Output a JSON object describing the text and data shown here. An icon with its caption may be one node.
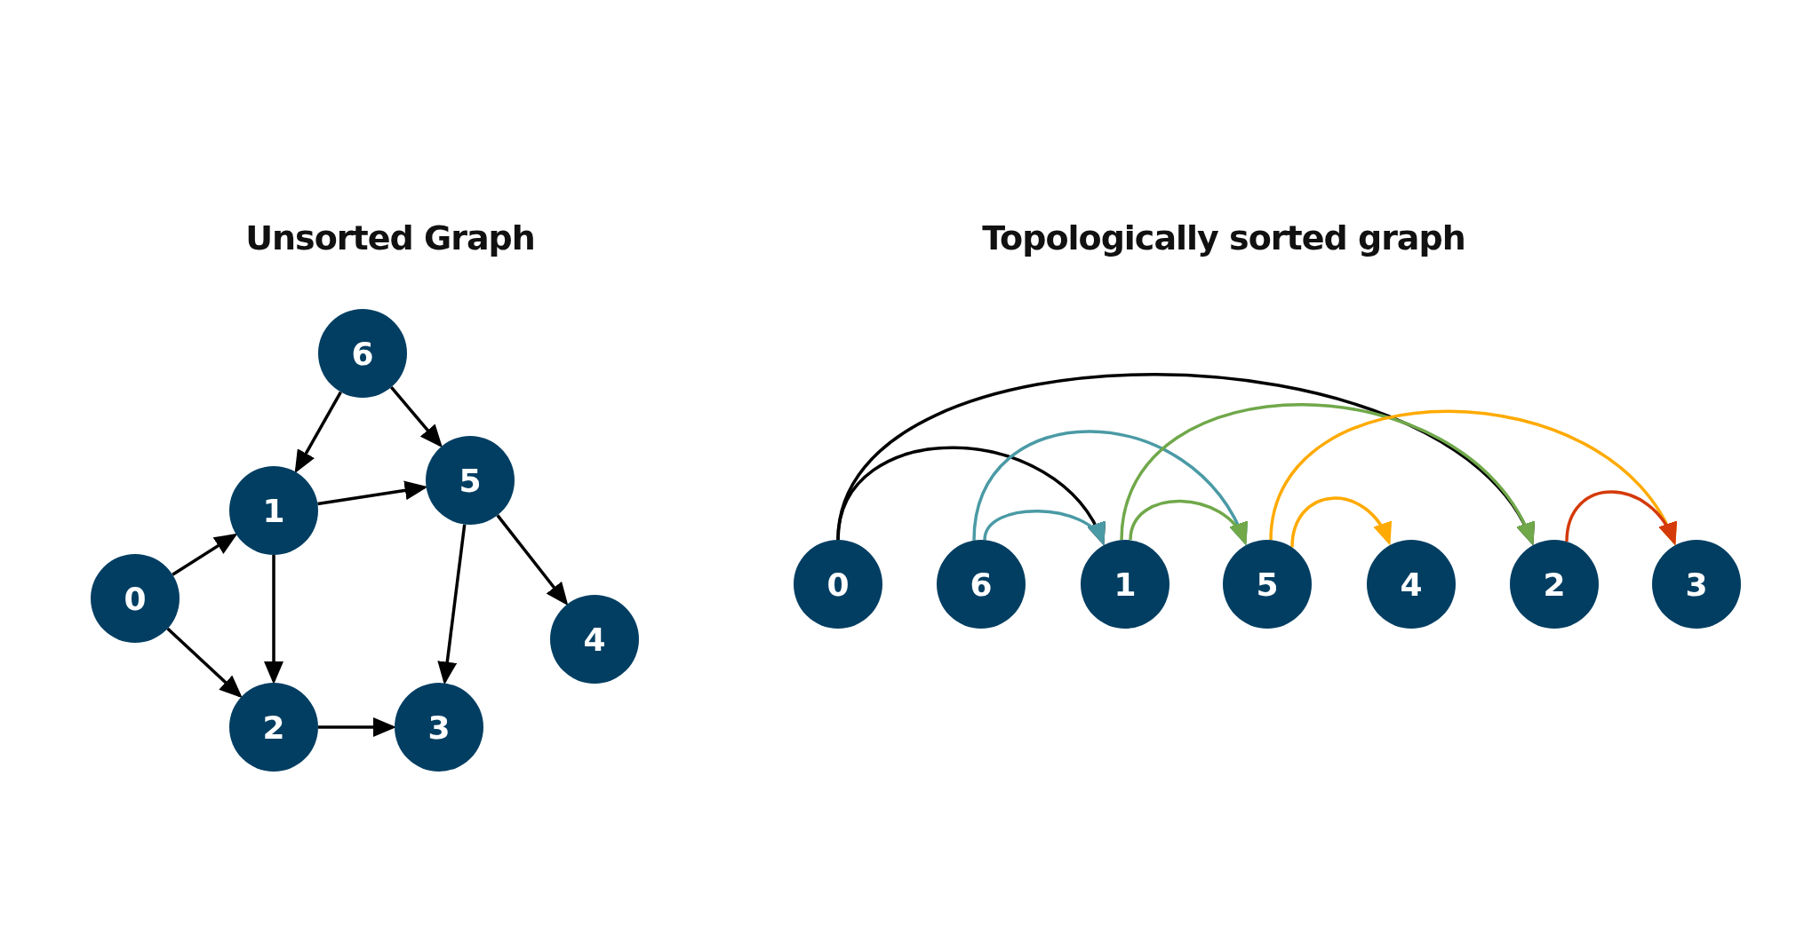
{
  "diagram": {
    "nodes": [
      {
        "text": [
          "6"
        ]
      },
      {
        "text": [
          "1"
        ]
      },
      {
        "text": [
          "5"
        ]
      },
      {
        "text": [
          "0"
        ]
      },
      {
        "text": [
          "4"
        ]
      },
      {
        "text": [
          "2"
        ]
      },
      {
        "text": [
          "3"
        ]
      },
      {
        "text": [
          "0"
        ]
      },
      {
        "text": [
          "6"
        ]
      },
      {
        "text": [
          "1"
        ]
      },
      {
        "text": [
          "5"
        ]
      },
      {
        "text": [
          "4"
        ]
      },
      {
        "text": [
          "2"
        ]
      },
      {
        "text": [
          "3"
        ]
      }
    ],
    "edges": [
      {
        "from": 0,
        "to": 1,
        "arrow": "to"
      },
      {
        "from": 0,
        "to": 2,
        "arrow": "to"
      },
      {
        "from": 1,
        "to": 2,
        "arrow": "to"
      },
      {
        "from": 3,
        "to": 1,
        "arrow": "to"
      },
      {
        "from": 3,
        "to": 5,
        "arrow": "to"
      },
      {
        "from": 1,
        "to": 5,
        "arrow": "to"
      },
      {
        "from": 2,
        "to": 4,
        "arrow": "to"
      },
      {
        "from": 2,
        "to": 6,
        "arrow": "to"
      },
      {
        "from": 5,
        "to": 6,
        "arrow": "to"
      },
      {
        "from": 7,
        "to": 9,
        "arrow": "to"
      },
      {
        "from": 7,
        "to": 12,
        "arrow": "to"
      },
      {
        "from": 8,
        "to": 9,
        "arrow": "to",
        "color": "#4a9aa5"
      },
      {
        "from": 8,
        "to": 10,
        "arrow": "to",
        "color": "#4a9aa5"
      },
      {
        "from": 9,
        "to": 10,
        "arrow": "to",
        "color": "#70a84a"
      },
      {
        "from": 9,
        "to": 12,
        "arrow": "to",
        "color": "#70a84a"
      },
      {
        "from": 10,
        "to": 11,
        "arrow": "to",
        "color": "#ffaa00"
      },
      {
        "from": 10,
        "to": 13,
        "arrow": "to",
        "color": "#ffaa00"
      },
      {
        "from": 12,
        "to": 13,
        "arrow": "to",
        "color": "#d43a0a"
      }
    ],
    "labels": [
      "Unsorted Graph",
      "Topologically sorted graph"
    ]
  }
}
